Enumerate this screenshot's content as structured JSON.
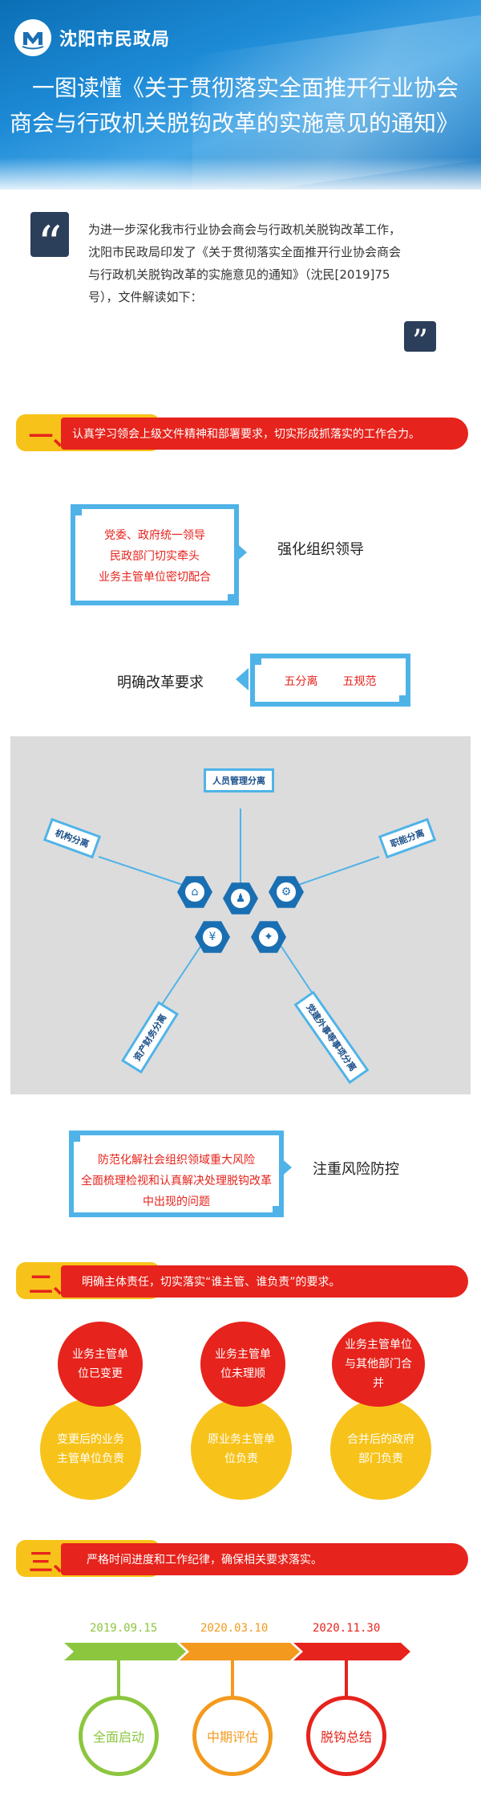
{
  "header": {
    "org_name": "沈阳市民政局",
    "title_line1": "一图读懂《关于贯彻落实全面推开行业协会",
    "title_line2": "商会与行政机关脱钩改革的实施意见的通知》"
  },
  "intro": {
    "text": "为进一步深化我市行业协会商会与行政机关脱钩改革工作，沈阳市民政局印发了《关于贯彻落实全面推开行业协会商会与行政机关脱钩改革的实施意见的通知》（沈民[2019]75号），文件解读如下："
  },
  "section1": {
    "num": "一、",
    "text": "认真学习领会上级文件精神和部署要求，切实形成抓落实的工作合力。",
    "box1_lines": [
      "党委、政府统一领导",
      "民政部门切实牵头",
      "业务主管单位密切配合"
    ],
    "box1_label": "强化组织领导",
    "box2_label": "明确改革要求",
    "box2_items": [
      "五分离",
      "五规范"
    ],
    "diagram_tags": {
      "top": "人员管理分离",
      "left": "机构分离",
      "right": "职能分离",
      "bottom_left": "资产财务分离",
      "bottom_right": "党建外事等事项分离"
    },
    "box3_lines": [
      "防范化解社会组织领域重大风险",
      "全面梳理检视和认真解决处理脱钩改革中出现的问题"
    ],
    "box3_label": "注重风险防控"
  },
  "section2": {
    "num": "二、",
    "text": "明确主体责任，切实落实“谁主管、谁负责”的要求。",
    "columns": [
      {
        "top": "业务主管单位已变更",
        "bottom": "变更后的业务主管单位负责"
      },
      {
        "top": "业务主管单位未理顺",
        "bottom": "原业务主管单位负责"
      },
      {
        "top": "业务主管单位与其他部门合并",
        "bottom": "合并后的政府部门负责"
      }
    ]
  },
  "section3": {
    "num": "三、",
    "text": "严格时间进度和工作纪律，确保相关要求落实。",
    "timeline": [
      {
        "date": "2019.09.15",
        "label": "全面启动",
        "color": "#8cc63f"
      },
      {
        "date": "2020.03.10",
        "label": "中期评估",
        "color": "#f39a1e"
      },
      {
        "date": "2020.11.30",
        "label": "脱钩总结",
        "color": "#e6231c"
      }
    ]
  },
  "colors": {
    "primary_blue": "#1a6fb3",
    "light_blue": "#4fb3e8",
    "red": "#e6231c",
    "yellow": "#f7c31a"
  }
}
